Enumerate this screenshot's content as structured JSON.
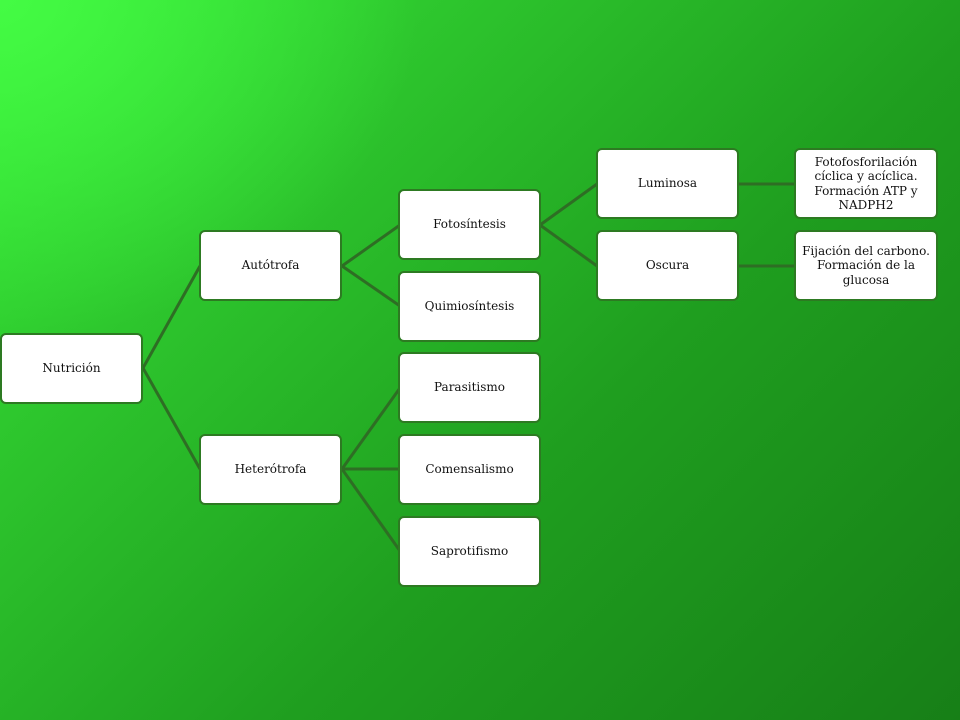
{
  "diagram": {
    "root": {
      "label": "Nutrición"
    },
    "level1": {
      "autotrofa": {
        "label": "Autótrofa"
      },
      "heterotrofa": {
        "label": "Heterótrofa"
      }
    },
    "level2": {
      "fotosintesis": {
        "label": "Fotosíntesis"
      },
      "quimiosintesis": {
        "label": "Quimiosíntesis"
      },
      "parasitismo": {
        "label": "Parasitismo"
      },
      "comensalismo": {
        "label": "Comensalismo"
      },
      "saprotifismo": {
        "label": "Saprotifismo"
      }
    },
    "level3": {
      "luminosa": {
        "label": "Luminosa"
      },
      "oscura": {
        "label": "Oscura"
      }
    },
    "level4": {
      "luminosa_desc": {
        "label": "Fotofosforilación cíclica y acíclica. Formación ATP y NADPH2"
      },
      "oscura_desc": {
        "label": "Fijación del carbono. Formación de la glucosa"
      }
    }
  }
}
